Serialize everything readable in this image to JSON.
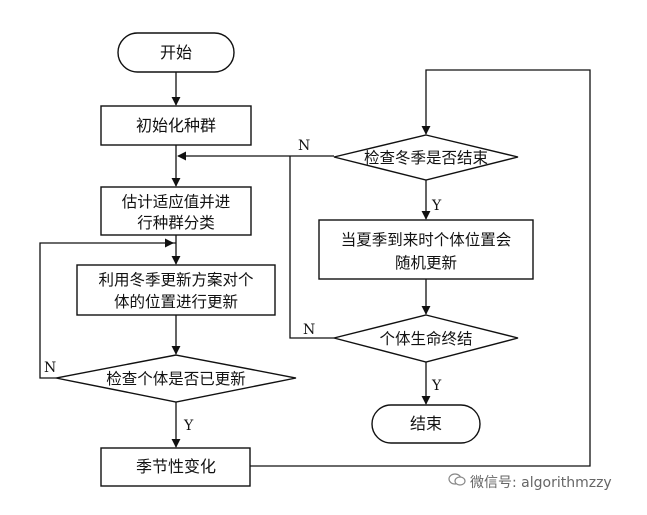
{
  "flowchart": {
    "start": "开始",
    "init": "初始化种群",
    "eval": [
      "估计适应值并进",
      "行种群分类"
    ],
    "winter_update": [
      "利用冬季更新方案对个",
      "体的位置进行更新"
    ],
    "check_updated": "检查个体是否已更新",
    "season_change": "季节性变化",
    "check_winter": "检查冬季是否结束",
    "summer_random": [
      "当夏季到来时个体位置会",
      "随机更新"
    ],
    "life_end": "个体生命终结",
    "end": "结束",
    "labels": {
      "yes": "Y",
      "no": "N"
    }
  },
  "watermark": {
    "icon": "wechat-icon",
    "text": "微信号: algorithmzzy"
  }
}
